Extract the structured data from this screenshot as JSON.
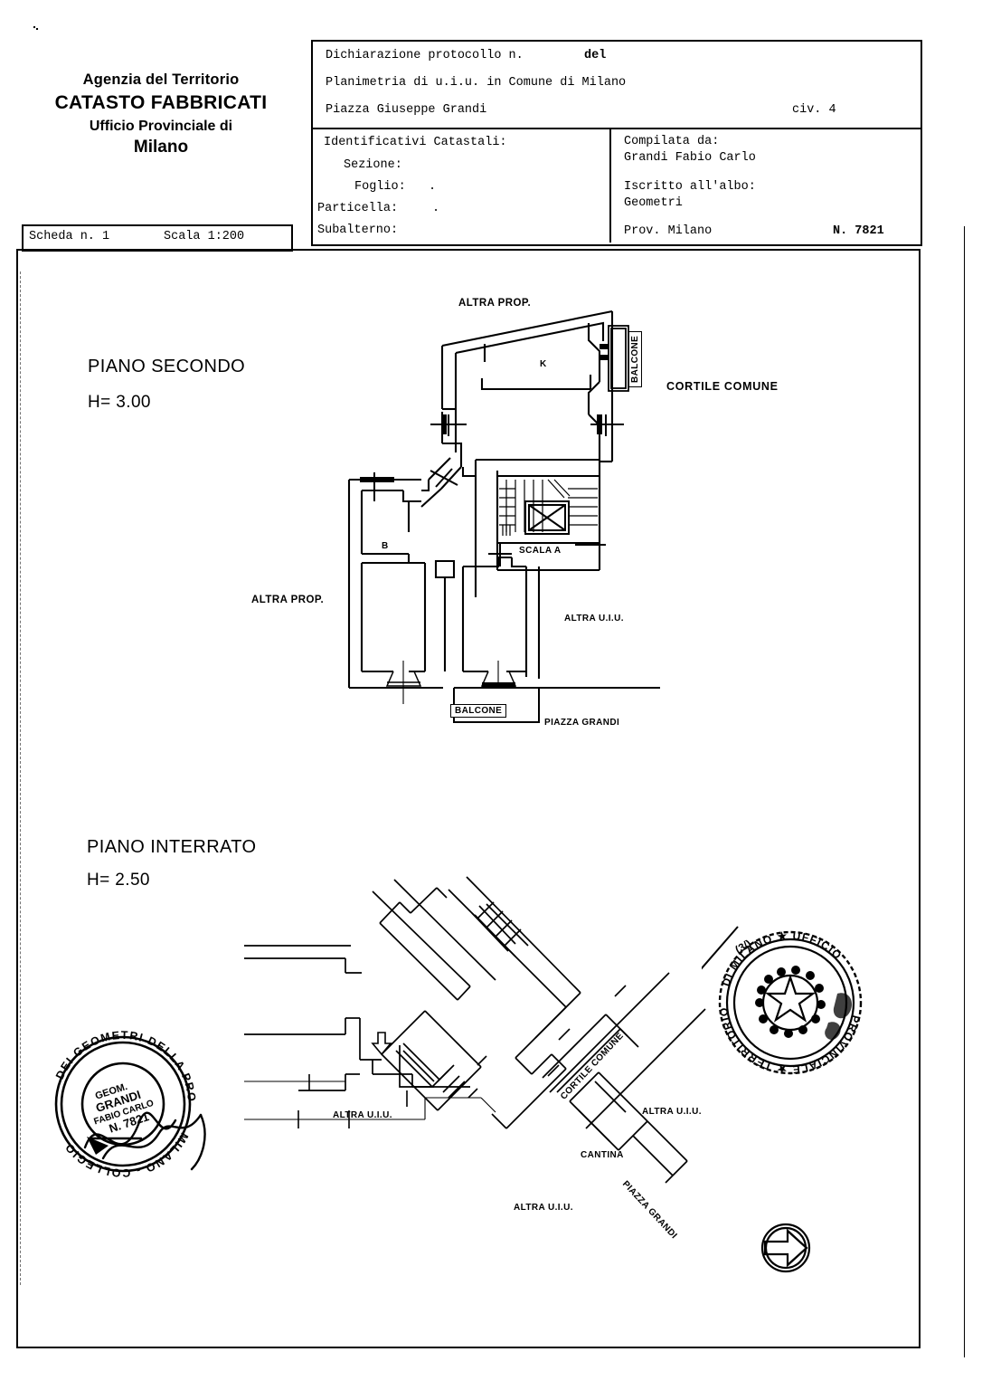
{
  "document": {
    "type": "cadastral-floor-plan",
    "speckle_mark": ""
  },
  "agency": {
    "line1": "Agenzia del Territorio",
    "line2": "CATASTO FABBRICATI",
    "line3": "Ufficio Provinciale di",
    "line4": "Milano"
  },
  "scheda": {
    "sheet_label": "Scheda n. 1",
    "scale_label": "Scala 1:200"
  },
  "header": {
    "protocol_label": "Dichiarazione protocollo n.",
    "protocol_del": "del",
    "planimetry_line": "Planimetria di u.i.u. in Comune di Milano",
    "address": "Piazza Giuseppe Grandi",
    "civic": "civ. 4",
    "identifiers": {
      "title": "Identificativi Catastali:",
      "sezione_label": "Sezione:",
      "foglio_label": "Foglio:",
      "foglio_value": ".",
      "particella_label": "Particella:",
      "particella_value": ".",
      "subalterno_label": "Subalterno:"
    },
    "compiler": {
      "compiled_by_label": "Compilata da:",
      "compiled_by_name": "Grandi Fabio Carlo",
      "registered_label": "Iscritto all'albo:",
      "registered_value": "Geometri",
      "province_label": "Prov. Milano",
      "number_label": "N.  7821"
    }
  },
  "floors": [
    {
      "id": "piano-secondo",
      "title": "PIANO SECONDO",
      "height_label": "H= 3.00",
      "labels": {
        "altra_prop_top": "ALTRA PROP.",
        "altra_prop_left": "ALTRA PROP.",
        "cortile_comune": "CORTILE COMUNE",
        "altra_uiu": "ALTRA U.I.U.",
        "piazza_grandi": "PIAZZA GRANDI",
        "balcone_right": "BALCONE",
        "balcone_bottom": "BALCONE",
        "scala": "SCALA A",
        "room_k": "K",
        "room_b": "B"
      }
    },
    {
      "id": "piano-interrato",
      "title": "PIANO INTERRATO",
      "height_label": "H= 2.50",
      "labels": {
        "altra_uiu_left": "ALTRA U.I.U.",
        "altra_uiu_right": "ALTRA U.I.U.",
        "altra_uiu_bottom": "ALTRA U.I.U.",
        "cortile_comune": "CORTILE COMUNE",
        "cantina": "CANTINA",
        "piazza_grandi": "PIAZZA GRANDI"
      }
    }
  ],
  "stamps": {
    "surveyor": {
      "outer_text": "COLLEGIO DEI GEOMETRI DELLA PROVINCIA - MILANO",
      "inner_title": "GEOM.",
      "inner_name": "GRANDI",
      "inner_name2": "FABIO CARLO",
      "inner_number": "N. 7821"
    },
    "office": {
      "outer_text": "AGENZIA DEL TERRITORIO - UFFICIO PROVINCIALE DI MILANO",
      "inner_text": "(3/)"
    }
  },
  "north_arrow": {
    "name": "north-arrow",
    "direction": "right"
  },
  "colors": {
    "ink": "#000000",
    "paper": "#ffffff"
  }
}
